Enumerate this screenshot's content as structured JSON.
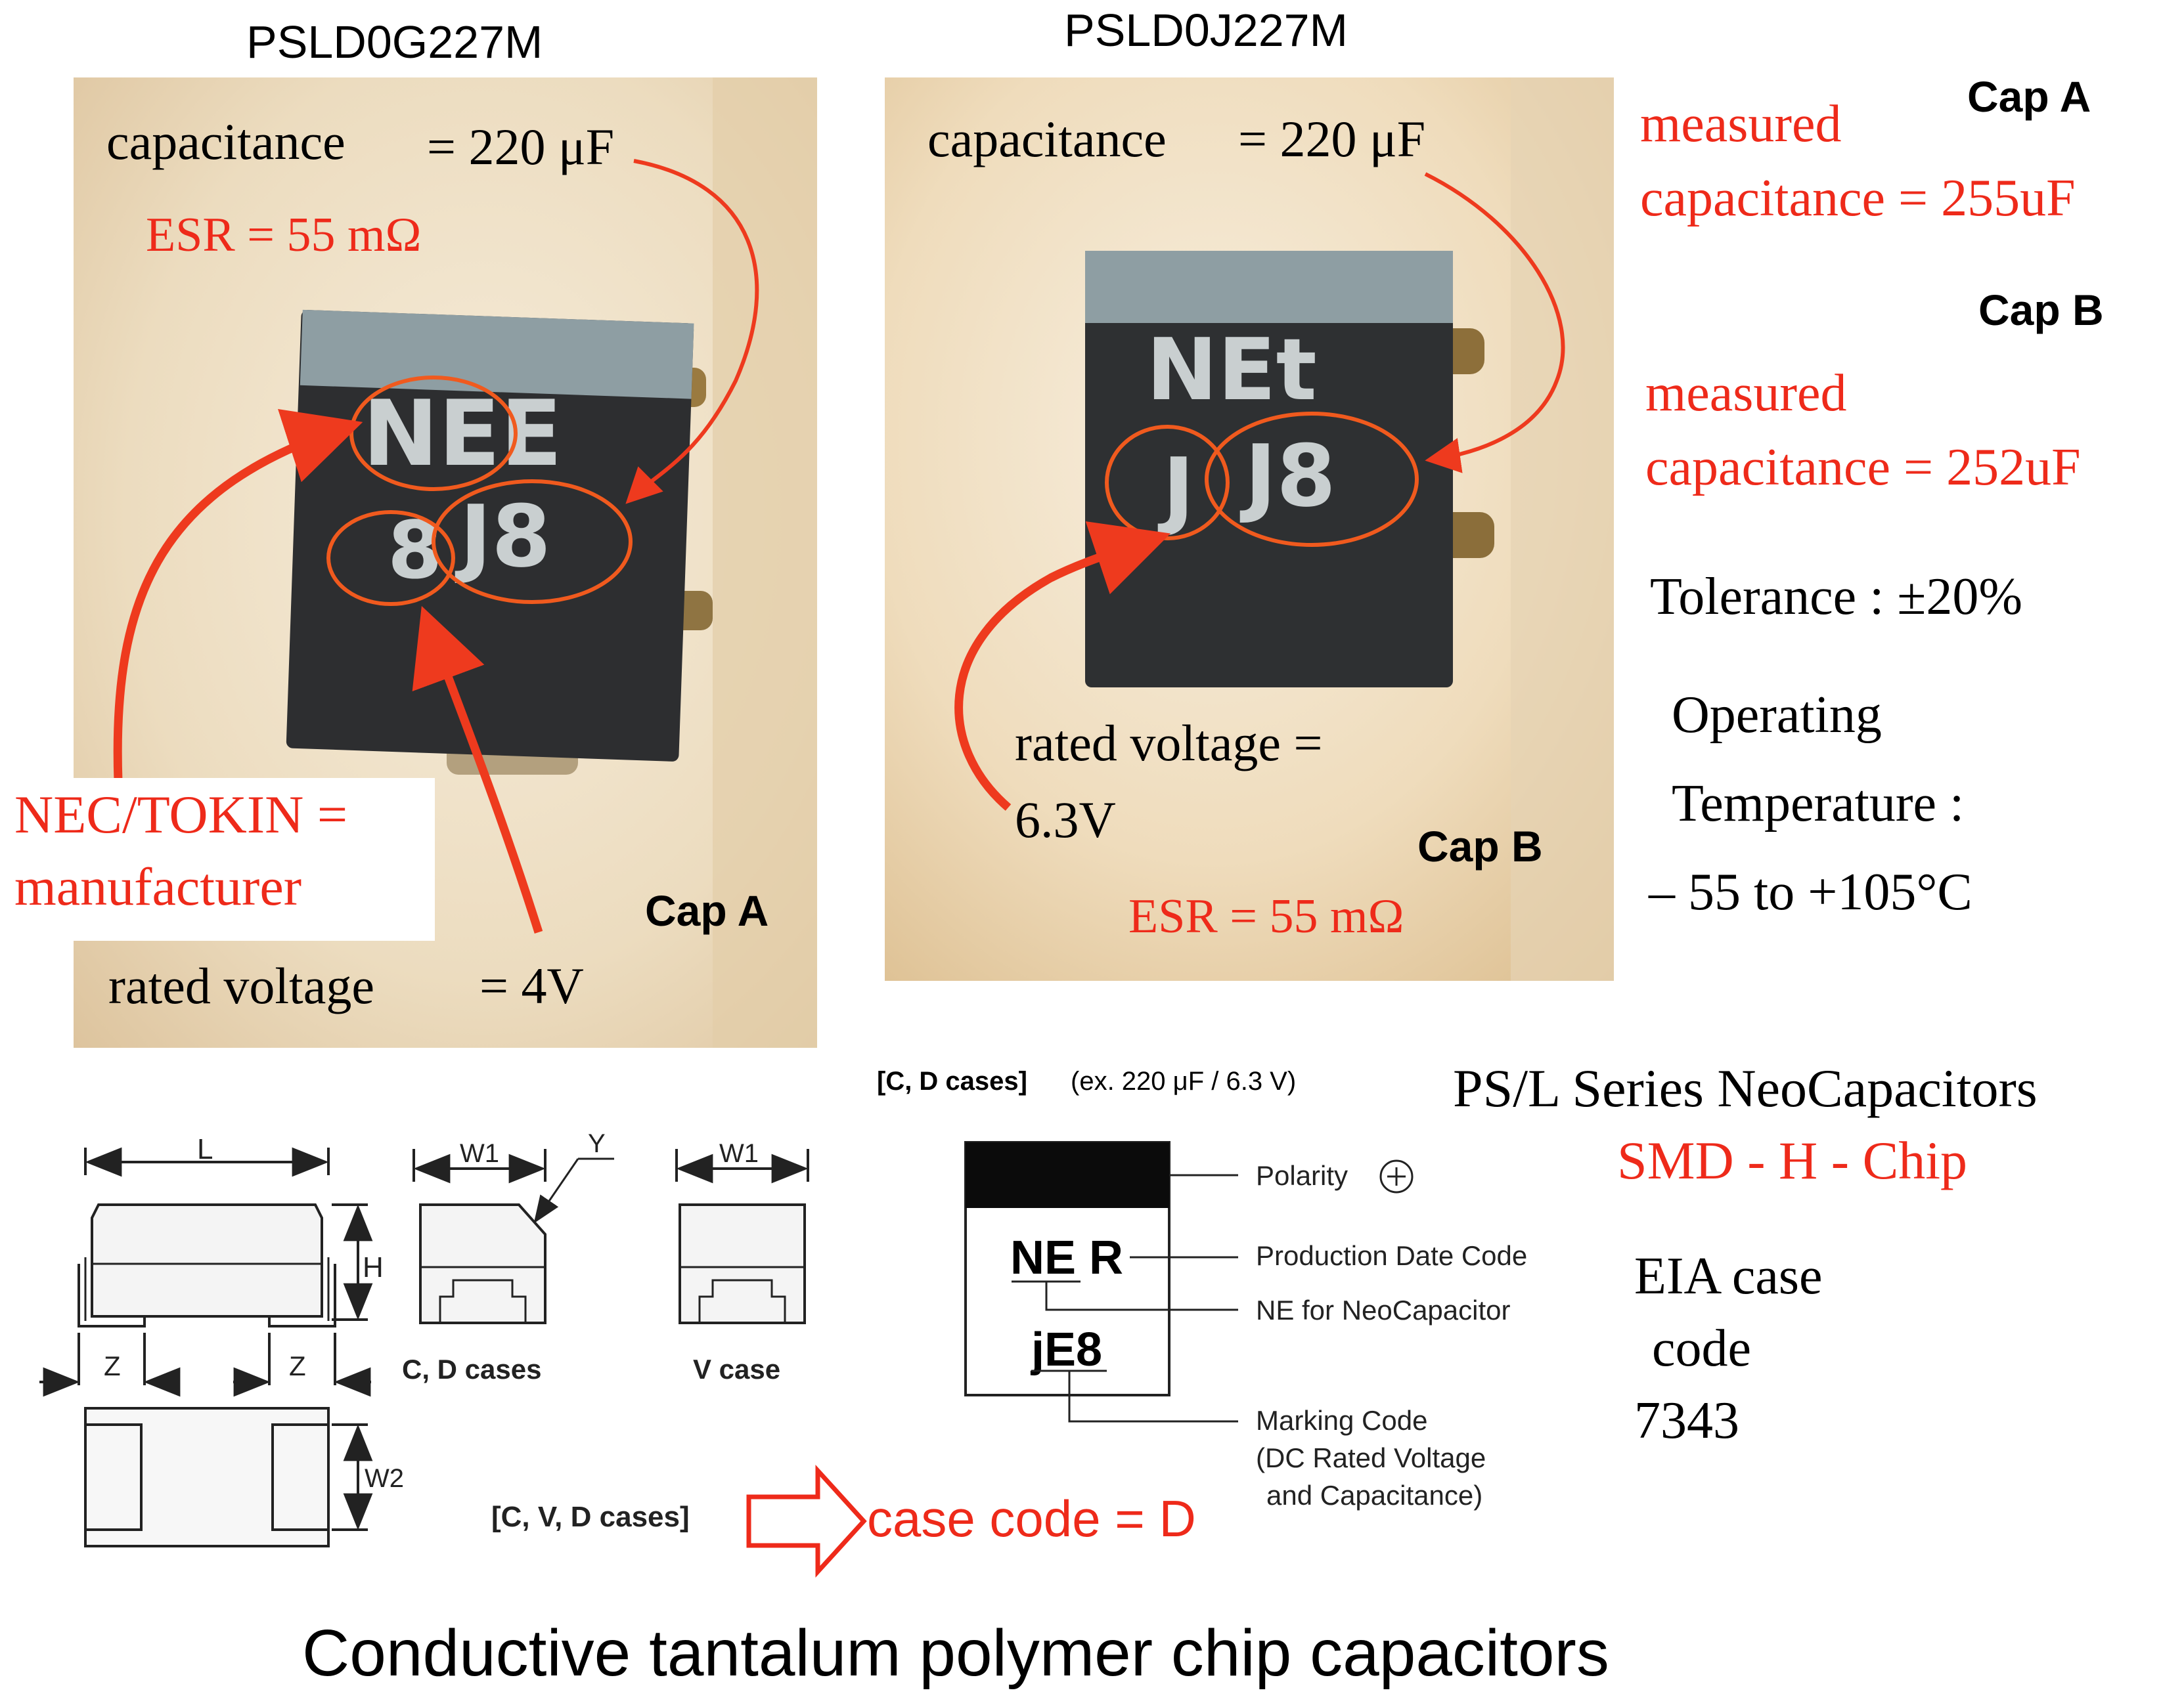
{
  "left_photo": {
    "part_number": "PSLD0G227M",
    "capacitance_label": "capacitance",
    "capacitance_value": "= 220 μF",
    "esr": "ESR = 55 mΩ",
    "marking_line1": "NEE",
    "marking_line2_left": "8",
    "marking_line2_right": "J8",
    "manufacturer_line1": "NEC/TOKIN =",
    "manufacturer_line2": "manufacturer",
    "cap_label": "Cap A",
    "rated_voltage_label": "rated voltage",
    "rated_voltage_value": "= 4V"
  },
  "right_photo": {
    "part_number": "PSLD0J227M",
    "capacitance_label": "capacitance",
    "capacitance_value": "= 220 μF",
    "marking_line1": "NEt",
    "marking_line2_left": "J",
    "marking_line2_right": "J8",
    "rated_voltage_line1": "rated voltage =",
    "rated_voltage_line2": "6.3V",
    "cap_label": "Cap B",
    "esr": "ESR = 55 mΩ"
  },
  "specs": {
    "cap_a_label": "Cap A",
    "cap_a_line1": "measured",
    "cap_a_line2": "capacitance = 255uF",
    "cap_b_label": "Cap B",
    "cap_b_line1": "measured",
    "cap_b_line2": "capacitance = 252uF",
    "tolerance": "Tolerance : ±20%",
    "operating_line1": "Operating",
    "operating_line2": "Temperature :",
    "operating_line3": "– 55 to +105°C"
  },
  "dimension_drawing": {
    "L": "L",
    "H": "H",
    "W1_a": "W1",
    "Y": "Y",
    "W1_b": "W1",
    "Z_left": "Z",
    "Z_right": "Z",
    "W2": "W2",
    "cd_cases": "C, D cases",
    "v_case": "V case",
    "cvd_cases": "[C, V, D cases]",
    "case_code": "case code = D"
  },
  "marking_diagram": {
    "header_bold": "[C, D cases]",
    "header_rest": "(ex. 220 μF / 6.3 V)",
    "line1": "NE R",
    "line2": "jE8",
    "polarity": "Polarity",
    "production_date": "Production Date Code",
    "ne_for": "NE for NeoCapacitor",
    "marking_code_1": "Marking Code",
    "marking_code_2": "(DC Rated Voltage",
    "marking_code_3": "and Capacitance)"
  },
  "series": {
    "title": "PS/L Series NeoCapacitors",
    "subtitle": "SMD - H - Chip",
    "eia_line1": "EIA case",
    "eia_line2": "code",
    "eia_line3": "7343"
  },
  "footer": {
    "title": "Conductive tantalum polymer chip capacitors"
  },
  "colors": {
    "red": "#ee2a1a",
    "orange": "#f05a1e",
    "photo_bg": "#efe2cc",
    "chip_body": "#2d2e30",
    "chip_band": "#8e9ea3",
    "marking": "#c9cfd0"
  }
}
